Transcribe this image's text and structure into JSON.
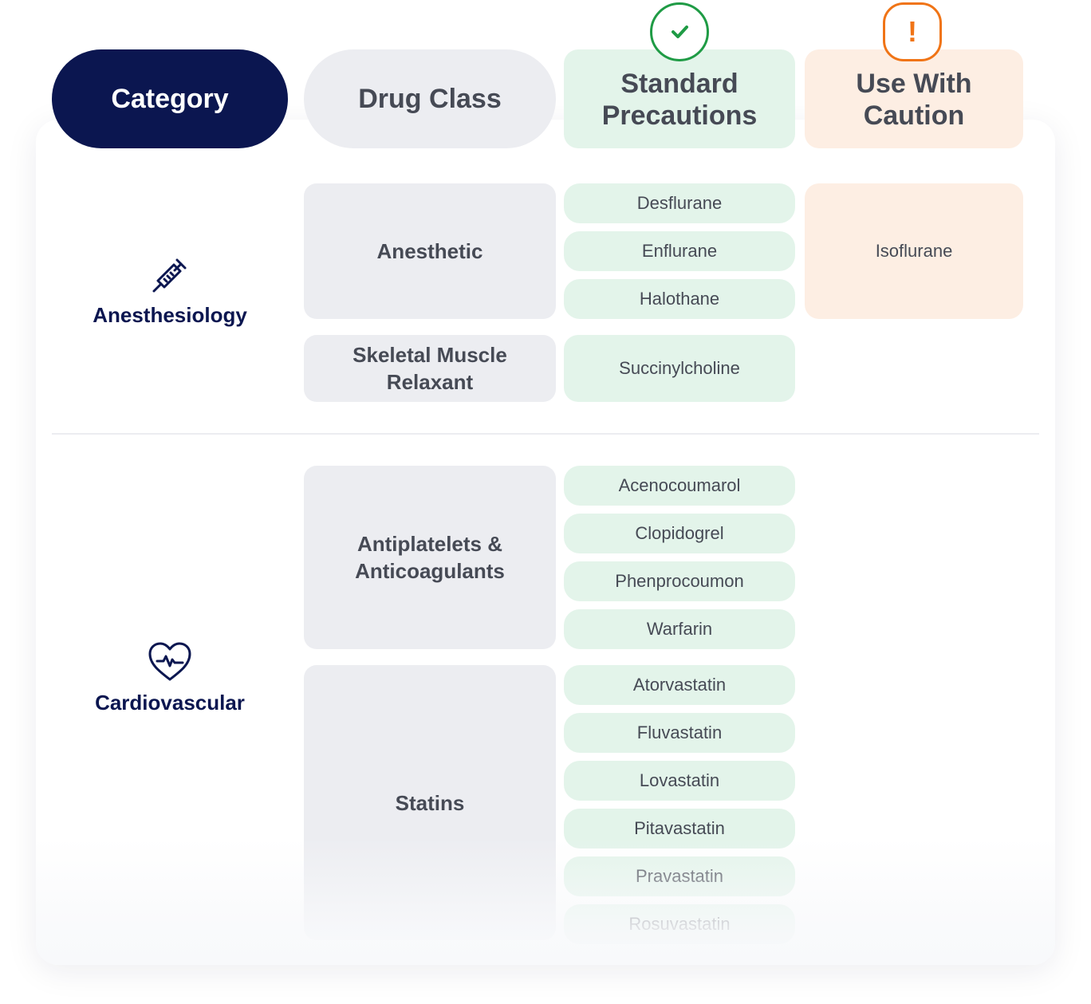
{
  "headers": {
    "category": "Category",
    "drug_class": "Drug Class",
    "standard_precautions": [
      "Standard",
      "Precautions"
    ],
    "use_with_caution": [
      "Use With",
      "Caution"
    ]
  },
  "badges": {
    "standard": "check-icon",
    "caution_symbol": "!"
  },
  "colors": {
    "navy": "#0b1650",
    "standard_green": "#1f9b45",
    "standard_bg": "#e3f4ea",
    "caution_orange": "#f07416",
    "caution_bg": "#fdeee3",
    "neutral_bg": "#ecedf1"
  },
  "sections": [
    {
      "category": "Anesthesiology",
      "icon": "syringe-icon",
      "classes": [
        {
          "name": "Anesthetic",
          "standard": [
            "Desflurane",
            "Enflurane",
            "Halothane"
          ],
          "caution": [
            "Isoflurane"
          ]
        },
        {
          "name": [
            "Skeletal Muscle",
            "Relaxant"
          ],
          "standard": [
            "Succinylcholine"
          ],
          "caution": []
        }
      ]
    },
    {
      "category": "Cardiovascular",
      "icon": "heart-pulse-icon",
      "classes": [
        {
          "name": [
            "Antiplatelets &",
            "Anticoagulants"
          ],
          "standard": [
            "Acenocoumarol",
            "Clopidogrel",
            "Phenprocoumon",
            "Warfarin"
          ],
          "caution": []
        },
        {
          "name": "Statins",
          "standard": [
            "Atorvastatin",
            "Fluvastatin",
            "Lovastatin",
            "Pitavastatin",
            "Pravastatin",
            "Rosuvastatin"
          ],
          "caution": []
        }
      ]
    }
  ]
}
